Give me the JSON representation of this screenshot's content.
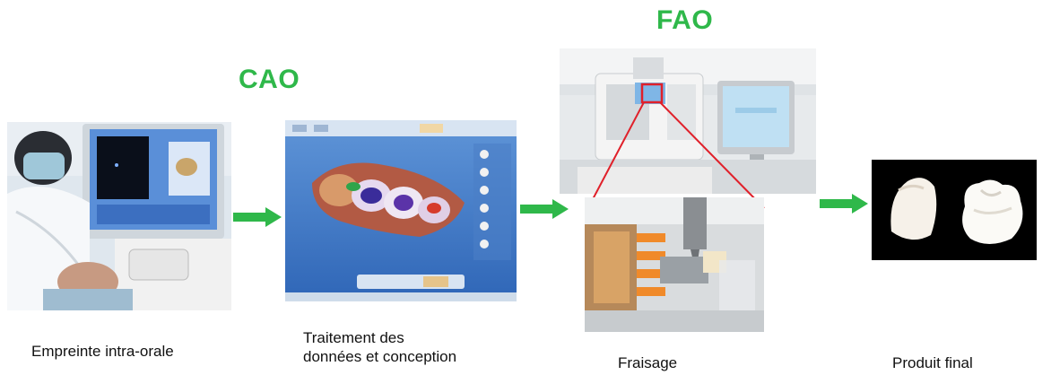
{
  "titles": {
    "cao": "CAO",
    "fao": "FAO"
  },
  "captions": {
    "step1": "Empreinte intra-orale",
    "step2_line1": "Traitement des",
    "step2_line2": "données et conception",
    "step3": "Fraisage",
    "step4": "Produit final"
  },
  "colors": {
    "accent_green": "#2fb84a",
    "zoom_box_red": "#e0202a",
    "arrow_green": "#2fb84a"
  }
}
